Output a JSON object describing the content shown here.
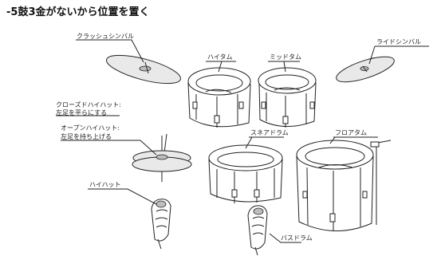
{
  "heading": "-5鼓3金がないから位置を置く",
  "labels": {
    "crash_cymbal": "クラッシュシンバル",
    "ride_cymbal": "ライドシンバル",
    "high_tom": "ハイタム",
    "mid_tom": "ミッドタム",
    "closed_hihat_line1": "クローズドハイハット:",
    "closed_hihat_line2": "左足を平らにする",
    "open_hihat_line1": "オープンハイハット:",
    "open_hihat_line2": "左足を持ち上げる",
    "snare_drum": "スネアドラム",
    "floor_tom": "フロアタム",
    "hihat": "ハイハット",
    "bass_drum": "バスドラム"
  }
}
